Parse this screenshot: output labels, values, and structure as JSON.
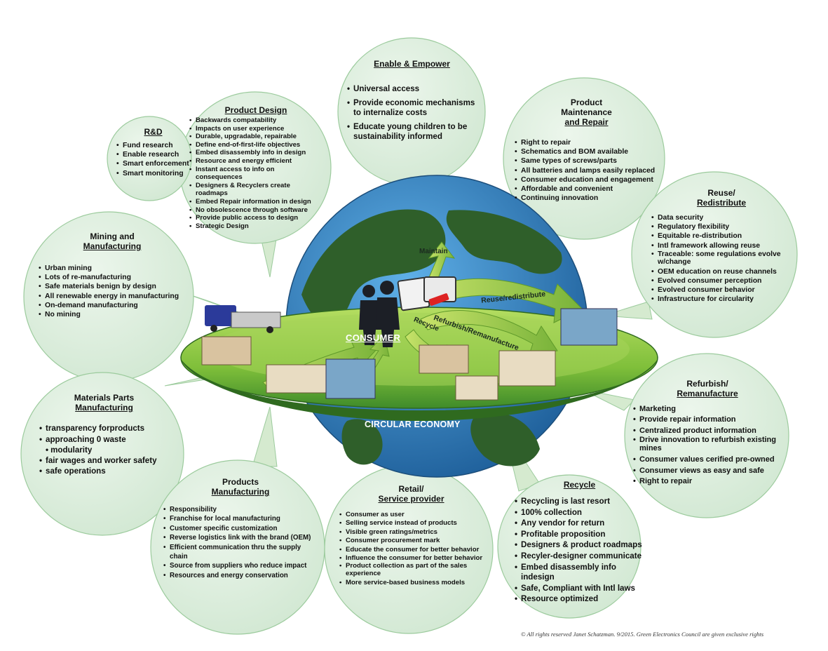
{
  "hub": {
    "center_label": "CONSUMER",
    "economy_label": "CIRCULAR ECONOMY"
  },
  "flows": {
    "maintain": "Maintain",
    "reuse": "Reuse/redistribute",
    "refurbish": "Refurbish/Remanufacture",
    "recycle": "Recycle"
  },
  "bubbles": {
    "rnd": {
      "title": [
        "R&D"
      ],
      "items": [
        "Fund research",
        "Enable research",
        "Smart enforcement",
        "Smart monitoring"
      ]
    },
    "product_design": {
      "title": [
        "Product Design"
      ],
      "items": [
        "Backwards compatability",
        "Impacts on user experience",
        "Durable, upgradable, repairable",
        "Define end-of-first-life objectives",
        "Embed disassembly info in design",
        "Resource and energy efficient",
        "Instant access to info on consequences",
        "Designers & Recyclers create roadmaps",
        "Embed Repair information in design",
        "No obsolescence through software",
        "Provide public access to design",
        "Strategic Design"
      ]
    },
    "enable": {
      "title": [
        "Enable  & Empower"
      ],
      "items": [
        "Universal access",
        "Provide economic mechanisms to internalize costs",
        "Educate young children to be sustainability informed"
      ]
    },
    "maintenance": {
      "title": [
        "Product",
        "Maintenance",
        "and Repair"
      ],
      "items": [
        "Right to repair",
        "Schematics and BOM available",
        "Same types of screws/parts",
        "All batteries and lamps easily replaced",
        "Consumer education and engagement",
        "Affordable and convenient",
        "Continuing innovation"
      ]
    },
    "reuse": {
      "title": [
        "Reuse/",
        "Redistribute"
      ],
      "items": [
        "Data security",
        "Regulatory flexibility",
        "Equitable re-distribution",
        "Intl framework allowing reuse",
        "Traceable: some regulations evolve w/change",
        "OEM education on reuse channels",
        "Evolved consumer perception",
        "Evolved consumer behavior",
        "Infrastructure for circularity"
      ]
    },
    "mining": {
      "title": [
        "Mining and",
        "Manufacturing"
      ],
      "items": [
        "Urban mining",
        "Lots of re-manufacturing",
        "Safe materials benign by design",
        "All renewable energy in manufacturing",
        "On-demand manufacturing",
        "No mining"
      ]
    },
    "materials": {
      "title": [
        "Materials Parts",
        "Manufacturing"
      ],
      "items": [
        "transparency forproducts",
        "approaching 0 waste",
        "fair wages and worker safety",
        "safe operations"
      ],
      "continuation": "modularity"
    },
    "products": {
      "title": [
        "Products",
        "Manufacturing"
      ],
      "items": [
        "Responsibility",
        "Franchise for local manufacturing",
        "Customer specific customization",
        "Reverse logistics link with the brand (OEM)",
        "Efficient communication thru the supply chain",
        "Source from suppliers who reduce impact",
        "Resources and energy conservation"
      ]
    },
    "retail": {
      "title": [
        "Retail/",
        "Service provider"
      ],
      "items": [
        "Consumer as user",
        "Selling service instead of products",
        "Visible green ratings/metrics",
        "Consumer procurement mark",
        "Educate the consumer for better behavior",
        "Influence the consumer for better behavior",
        "Product collection as part of the sales experience",
        "More service-based business models"
      ]
    },
    "recycle": {
      "title": [
        "Recycle"
      ],
      "items": [
        "Recycling is last resort",
        "100% collection",
        "Any vendor for return",
        "Profitable proposition",
        "Designers  & product roadmaps",
        "Recyler-designer communicate",
        "Embed disassembly info indesign",
        "Safe, Compliant with Intl laws",
        "Resource optimized"
      ]
    },
    "refurbish": {
      "title": [
        "Refurbish/",
        "Remanufacture"
      ],
      "items": [
        "Marketing",
        "Provide repair information",
        "Centralized product information",
        "Drive innovation to refurbish existing mines",
        "Consumer values cerified pre-owned",
        "Consumer views as easy and safe",
        "Right to repair"
      ]
    }
  },
  "copyright": "© All rights reserved Janet Schatzman. 9/2015. Green Electronics Council are given exclusive rights",
  "colors": {
    "bubble_fill": "#dceedd",
    "bubble_stroke": "#9ccb9d",
    "ocean": "#2f86c9",
    "land": "#2f5f2a",
    "ring": "#8cc63f"
  }
}
